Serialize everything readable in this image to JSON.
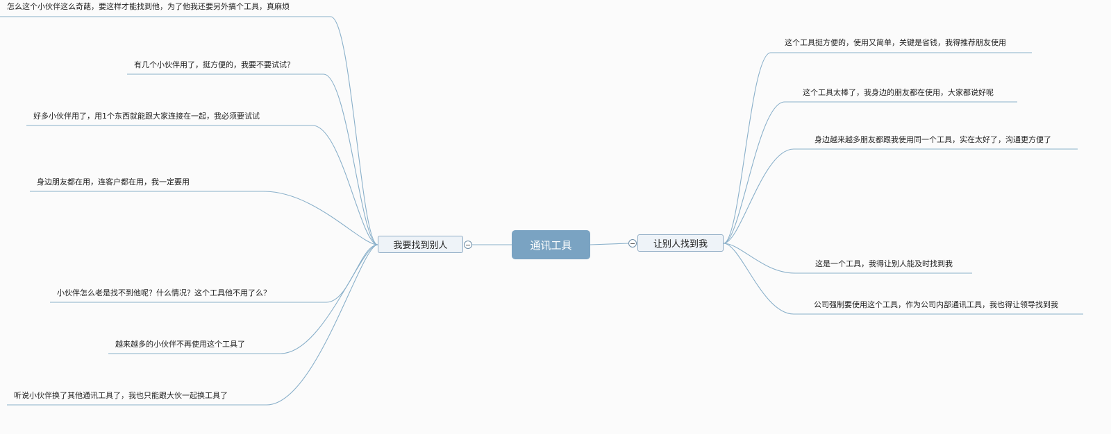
{
  "central_topic": "通讯工具",
  "left_branch": {
    "label": "我要找到别人",
    "children": [
      "怎么这个小伙伴这么奇葩，要这样才能找到他，为了他我还要另外搞个工具，真麻烦",
      "有几个小伙伴用了，挺方便的，我要不要试试？",
      "好多小伙伴用了，用1个东西就能跟大家连接在一起，我必须要试试",
      "身边朋友都在用，连客户都在用，我一定要用",
      "小伙伴怎么老是找不到他呢？什么情况？这个工具他不用了么？",
      "越来越多的小伙伴不再使用这个工具了",
      "听说小伙伴换了其他通讯工具了，我也只能跟大伙一起换工具了"
    ]
  },
  "right_branch": {
    "label": "让别人找到我",
    "children": [
      "这个工具挺方便的，使用又简单，关键是省钱，我得推荐朋友使用",
      "这个工具太棒了，我身边的朋友都在使用，大家都说好呢",
      "身边越来越多朋友都跟我使用同一个工具，实在太好了，沟通更方便了",
      "这是一个工具，我得让别人能及时找到我",
      "公司强制要使用这个工具，作为公司内部通讯工具，我也得让领导找到我"
    ]
  },
  "colors": {
    "central_fill": "#7aa3c2",
    "branch_fill": "#eef3f8",
    "branch_border": "#8eabc4",
    "line": "#8ab0ca"
  }
}
